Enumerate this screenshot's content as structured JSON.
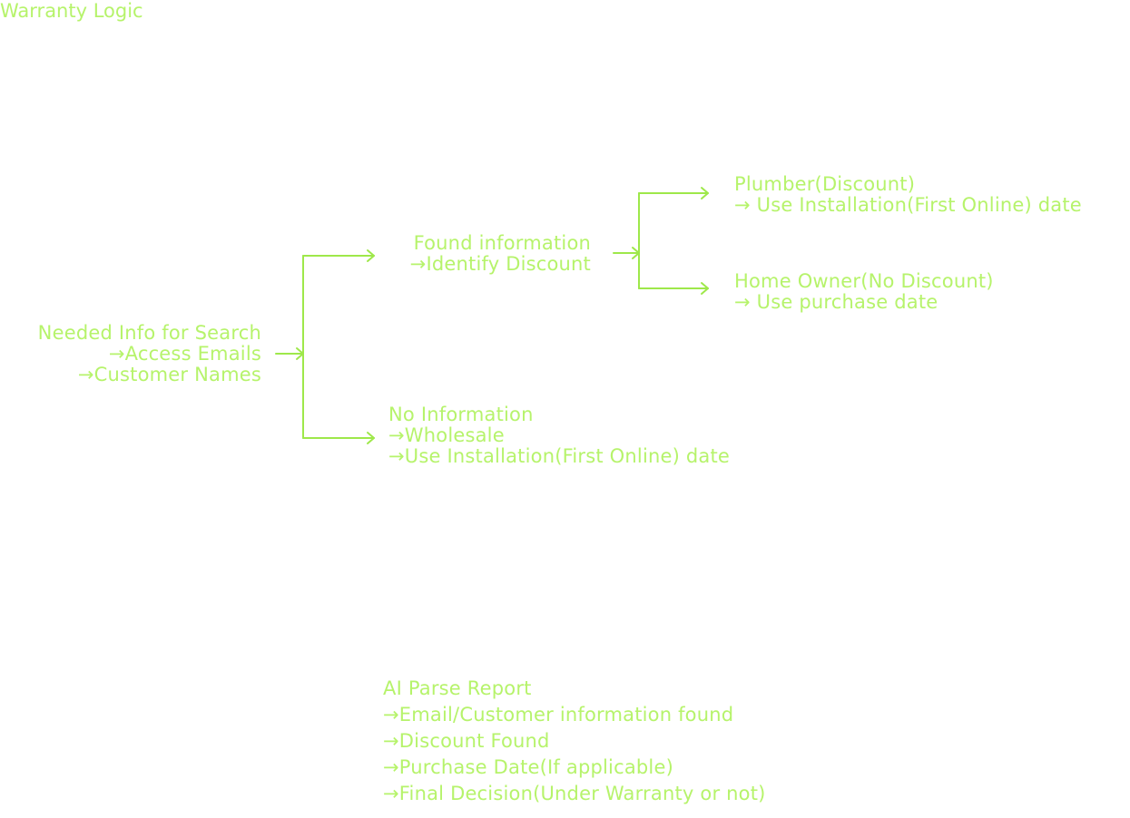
{
  "colors": {
    "accent": "#b6f36b",
    "connector": "#9ee84a",
    "background": "#ffffff"
  },
  "title": "Warranty Logic",
  "nodes": {
    "needed_info": {
      "lines": [
        "Needed Info for Search",
        "→Access Emails",
        "→Customer Names"
      ]
    },
    "found_information": {
      "lines": [
        "Found information",
        "→Identify Discount"
      ]
    },
    "no_information": {
      "lines": [
        "No Information",
        "→Wholesale",
        "→Use Installation(First Online) date"
      ]
    },
    "plumber": {
      "lines": [
        "Plumber(Discount)",
        "→ Use Installation(First Online) date"
      ]
    },
    "home_owner": {
      "lines": [
        "Home Owner(No Discount)",
        "→ Use purchase date"
      ]
    },
    "ai_parse_report": {
      "lines": [
        "AI Parse Report",
        "→Email/Customer information found",
        "→Discount Found",
        "→Purchase Date(If applicable)",
        "→Final Decision(Under Warranty or not)"
      ]
    }
  },
  "edges": [
    {
      "from": "needed_info",
      "to": "found_information"
    },
    {
      "from": "needed_info",
      "to": "no_information"
    },
    {
      "from": "found_information",
      "to": "plumber"
    },
    {
      "from": "found_information",
      "to": "home_owner"
    }
  ]
}
